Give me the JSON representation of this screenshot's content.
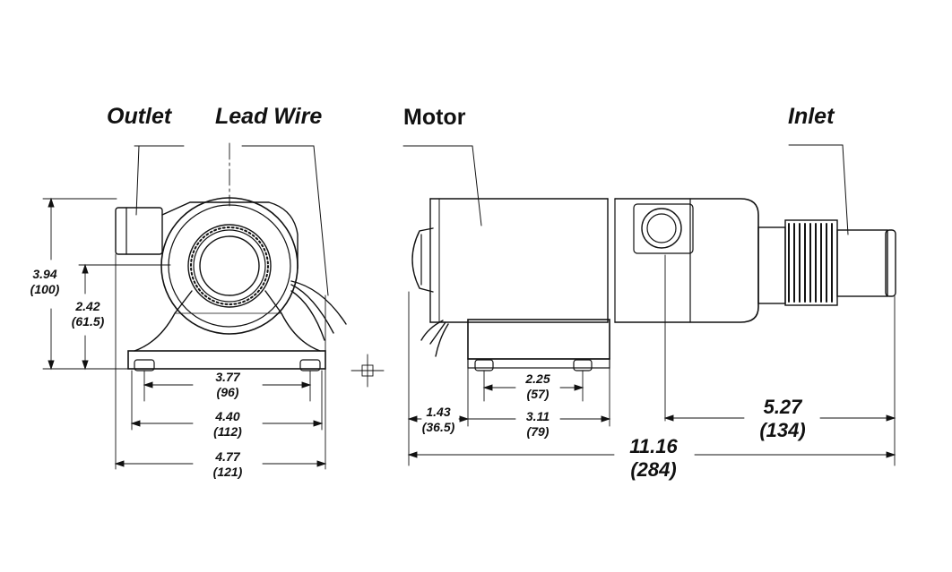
{
  "callouts": {
    "outlet": "Outlet",
    "lead_wire": "Lead Wire",
    "motor": "Motor",
    "inlet": "Inlet"
  },
  "dimensions": {
    "end_height_total": {
      "in": "3.94",
      "mm": "(100)"
    },
    "end_height_center": {
      "in": "2.42",
      "mm": "(61.5)"
    },
    "end_width_inner": {
      "in": "3.77",
      "mm": "(96)"
    },
    "end_width_mid": {
      "in": "4.40",
      "mm": "(112)"
    },
    "end_width_outer": {
      "in": "4.77",
      "mm": "(121)"
    },
    "side_foot_inner": {
      "in": "2.25",
      "mm": "(57)"
    },
    "side_foot_outer": {
      "in": "3.11",
      "mm": "(79)"
    },
    "side_offset": {
      "in": "1.43",
      "mm": "(36.5)"
    },
    "side_inlet_length": {
      "in": "5.27",
      "mm": "(134)"
    },
    "side_overall_length": {
      "in": "11.16",
      "mm": "(284)"
    }
  },
  "colors": {
    "line": "#111111",
    "background": "#ffffff"
  }
}
